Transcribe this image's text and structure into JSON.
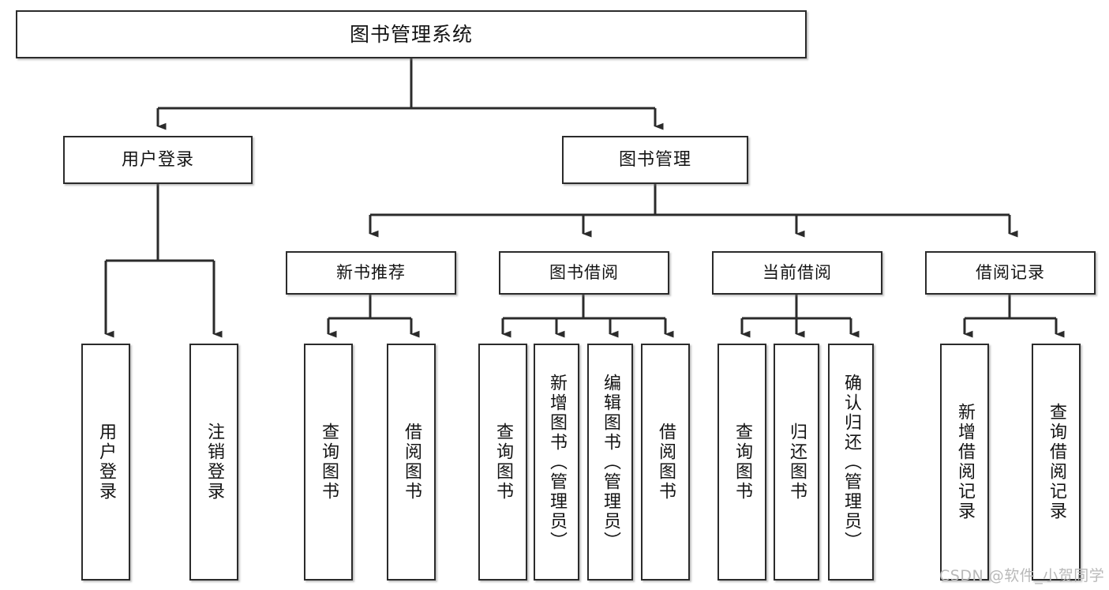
{
  "diagram": {
    "title": "图书管理系统",
    "type": "tree",
    "watermark": "CSDN @软件_小贺同学",
    "colors": {
      "background": "#ffffff",
      "box_border": "#2b2b2b",
      "box_fill": "#ffffff",
      "connector": "#2b2b2b",
      "text": "#141414",
      "watermark": "#b9b9b9"
    },
    "root": {
      "label": "图书管理系统",
      "children": [
        {
          "label": "用户登录",
          "children": [
            {
              "label": "用户登录"
            },
            {
              "label": "注销登录"
            }
          ]
        },
        {
          "label": "图书管理",
          "children": [
            {
              "label": "新书推荐",
              "children": [
                {
                  "label": "查询图书"
                },
                {
                  "label": "借阅图书"
                }
              ]
            },
            {
              "label": "图书借阅",
              "children": [
                {
                  "label": "查询图书"
                },
                {
                  "label": "新增图书（管理员）"
                },
                {
                  "label": "编辑图书（管理员）"
                },
                {
                  "label": "借阅图书"
                }
              ]
            },
            {
              "label": "当前借阅",
              "children": [
                {
                  "label": "查询图书"
                },
                {
                  "label": "归还图书"
                },
                {
                  "label": "确认归还（管理员）"
                }
              ]
            },
            {
              "label": "借阅记录",
              "children": [
                {
                  "label": "新增借阅记录"
                },
                {
                  "label": "查询借阅记录"
                }
              ]
            }
          ]
        }
      ]
    },
    "nodes": {
      "root": "图书管理系统",
      "user_login": "用户登录",
      "book_manage": "图书管理",
      "new_book_rec": "新书推荐",
      "book_borrow": "图书借阅",
      "current_borrow": "当前借阅",
      "borrow_record": "借阅记录",
      "leaf_user_login": "用户登录",
      "leaf_logout": "注销登录",
      "leaf_query_book_1": "查询图书",
      "leaf_borrow_book_1": "借阅图书",
      "leaf_query_book_2": "查询图书",
      "leaf_add_book": "新增图书（管理员）",
      "leaf_edit_book": "编辑图书（管理员）",
      "leaf_borrow_book_2": "借阅图书",
      "leaf_query_book_3": "查询图书",
      "leaf_return_book": "归还图书",
      "leaf_confirm_return": "确认归还（管理员）",
      "leaf_add_record": "新增借阅记录",
      "leaf_query_record": "查询借阅记录"
    }
  }
}
